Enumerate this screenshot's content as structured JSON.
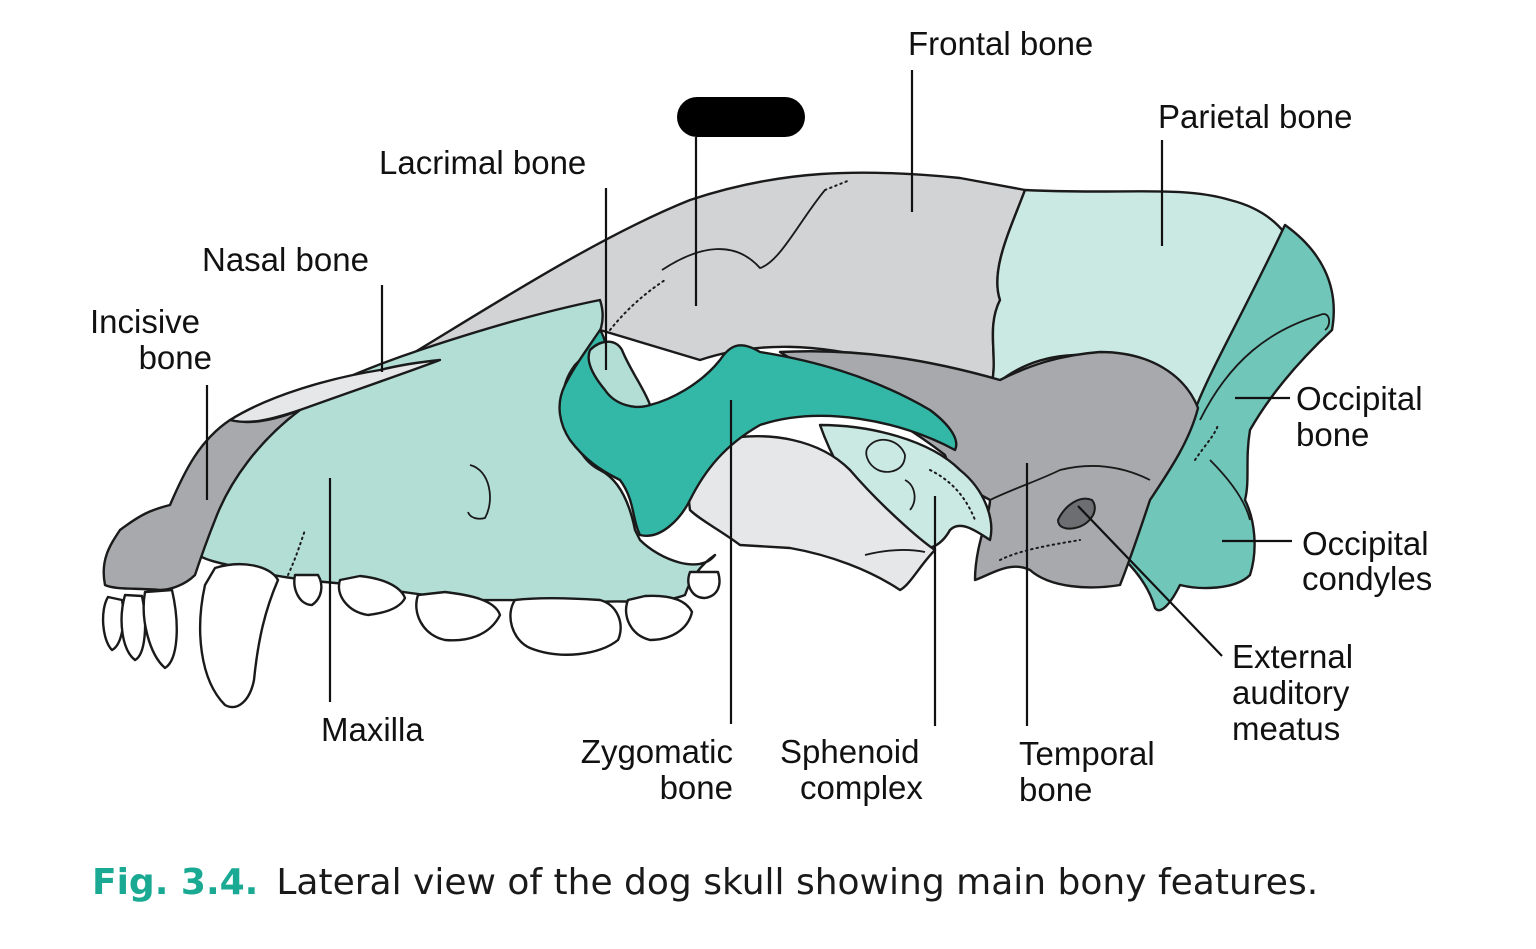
{
  "colors": {
    "grey_light": "#d2d3d5",
    "grey_mid": "#a7a9ac",
    "grey_nasal": "#e6e7e8",
    "teal_pale": "#cbe9e3",
    "teal_light": "#b2ded6",
    "teal_mid": "#6fc6b9",
    "teal_dark": "#33b8a7",
    "caption_accent": "#1aa992",
    "redaction": "#000000"
  },
  "labels": {
    "frontal": "Frontal bone",
    "parietal": "Parietal bone",
    "lacrimal": "Lacrimal bone",
    "nasal": "Nasal bone",
    "incisive_1": "Incisive",
    "incisive_2": "bone",
    "occipital_1": "Occipital",
    "occipital_2": "bone",
    "condyles_1": "Occipital",
    "condyles_2": "condyles",
    "ear_1": "External",
    "ear_2": "auditory",
    "ear_3": "meatus",
    "maxilla": "Maxilla",
    "zygomatic_1": "Zygomatic",
    "zygomatic_2": "bone",
    "sphenoid_1": "Sphenoid",
    "sphenoid_2": "complex",
    "temporal_1": "Temporal",
    "temporal_2": "bone"
  },
  "caption": {
    "figure_number": "Fig. 3.4.",
    "text": "Lateral view of the dog skull showing main bony features."
  }
}
